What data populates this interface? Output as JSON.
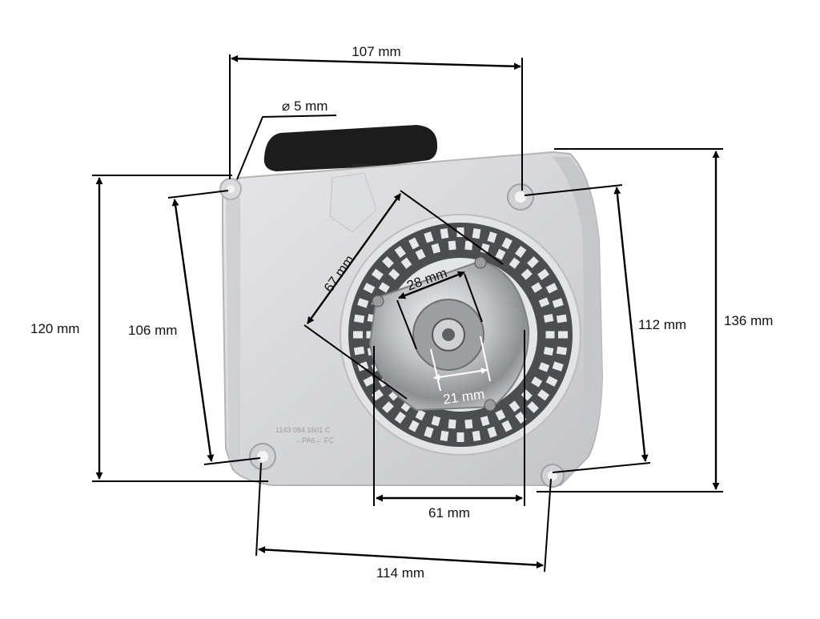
{
  "dimensions": {
    "top_width": "107 mm",
    "hole_diameter": "⌀ 5 mm",
    "left_outer_height": "120 mm",
    "left_inner_height": "106 mm",
    "diagonal": "67 mm",
    "hub_outer": "28 mm",
    "hub_inner": "21 mm",
    "right_inner_height": "112 mm",
    "right_outer_height": "136 mm",
    "bottom_inner_width": "61 mm",
    "bottom_outer_width": "114 mm"
  },
  "part_markings": {
    "line1": "1143 084 1601 C",
    "line2": "→PA6←  FC"
  }
}
